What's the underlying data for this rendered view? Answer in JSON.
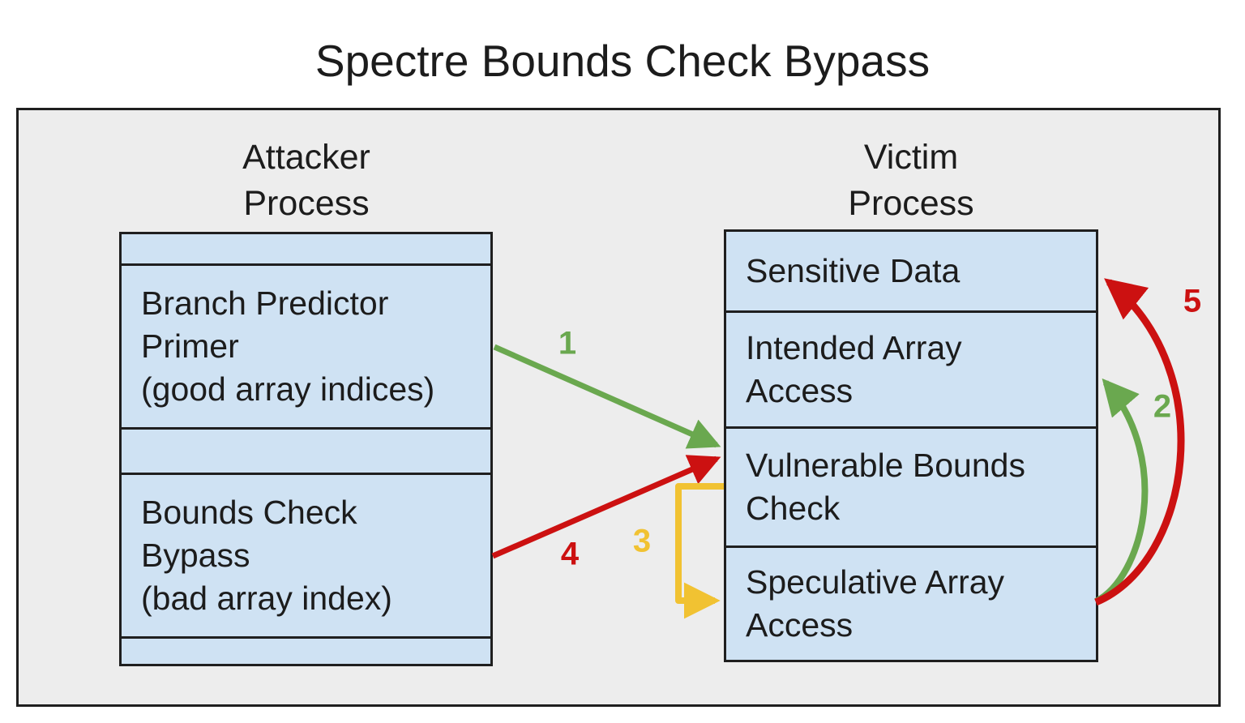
{
  "title": "Spectre Bounds Check Bypass",
  "attacker": {
    "heading": "Attacker\nProcess",
    "cells": [
      {
        "text": ""
      },
      {
        "text": "Branch Predictor\nPrimer\n(good array indices)"
      },
      {
        "text": ""
      },
      {
        "text": "Bounds Check\nBypass\n(bad array index)"
      },
      {
        "text": ""
      }
    ]
  },
  "victim": {
    "heading": "Victim\nProcess",
    "cells": [
      {
        "text": "Sensitive Data"
      },
      {
        "text": "Intended Array\nAccess"
      },
      {
        "text": "Vulnerable Bounds\nCheck"
      },
      {
        "text": "Speculative Array\nAccess"
      }
    ]
  },
  "arrows": [
    {
      "label": "1",
      "color": "#6aa84f",
      "from": "branch-predictor-primer",
      "to": "vulnerable-bounds-check"
    },
    {
      "label": "2",
      "color": "#6aa84f",
      "from": "speculative-array-access",
      "to": "intended-array-access"
    },
    {
      "label": "3",
      "color": "#f1c232",
      "from": "vulnerable-bounds-check",
      "to": "speculative-array-access"
    },
    {
      "label": "4",
      "color": "#cc1111",
      "from": "bounds-check-bypass",
      "to": "vulnerable-bounds-check"
    },
    {
      "label": "5",
      "color": "#cc1111",
      "from": "speculative-array-access",
      "to": "sensitive-data"
    }
  ],
  "colors": {
    "green": "#6aa84f",
    "red": "#cc1111",
    "yellow": "#f1c232",
    "box_fill": "#cfe2f3",
    "frame_fill": "#ededed",
    "border": "#1f1f1f"
  }
}
